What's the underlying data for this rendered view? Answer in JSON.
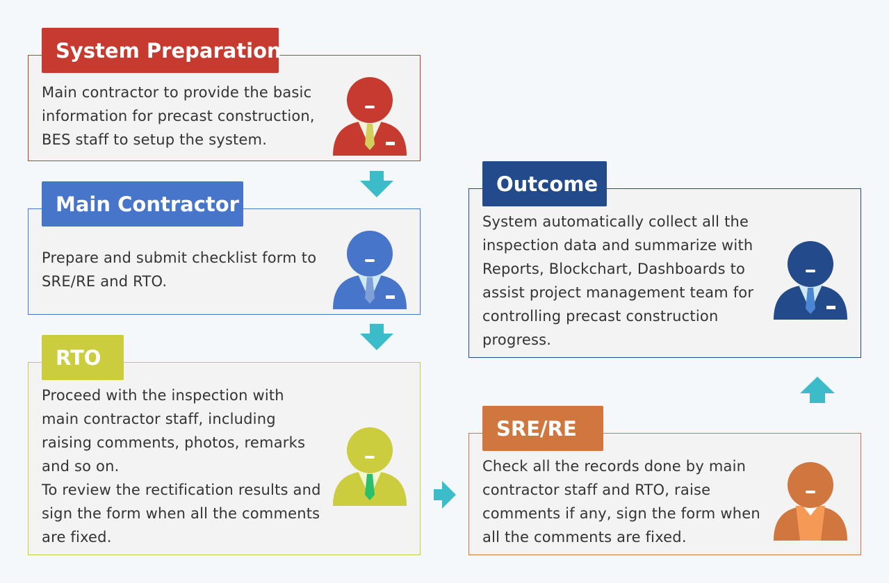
{
  "colors": {
    "preparation": "#c63a2f",
    "main_contractor": "#4775c9",
    "rto": "#cbcc3e",
    "outcome": "#234a8a",
    "sre": "#d0773f",
    "arrow": "#3cbcc8"
  },
  "steps": {
    "preparation": {
      "title": "System Preparation",
      "text": "Main contractor to provide the basic\ninformation for precast construction,\nBES staff to setup the system.",
      "icon": "person-icon"
    },
    "main_contractor": {
      "title": "Main Contractor",
      "text": "Prepare and submit checklist form to\nSRE/RE and RTO.",
      "icon": "person-icon"
    },
    "rto": {
      "title": "RTO",
      "text": "Proceed with the inspection with\nmain contractor staff, including\nraising comments, photos, remarks\nand so on.\nTo review the rectification results and\nsign the form when all the comments\nare fixed.",
      "icon": "person-icon"
    },
    "outcome": {
      "title": "Outcome",
      "text": "System automatically collect all the\ninspection data and summarize with\nReports, Blockchart, Dashboards to\nassist project management team for\ncontrolling precast construction\nprogress.",
      "icon": "person-icon"
    },
    "sre": {
      "title": "SRE/RE",
      "text": "Check all the records done by main\ncontractor staff and RTO, raise\ncomments if any, sign the form when\nall the comments are fixed.",
      "icon": "person-icon"
    }
  }
}
